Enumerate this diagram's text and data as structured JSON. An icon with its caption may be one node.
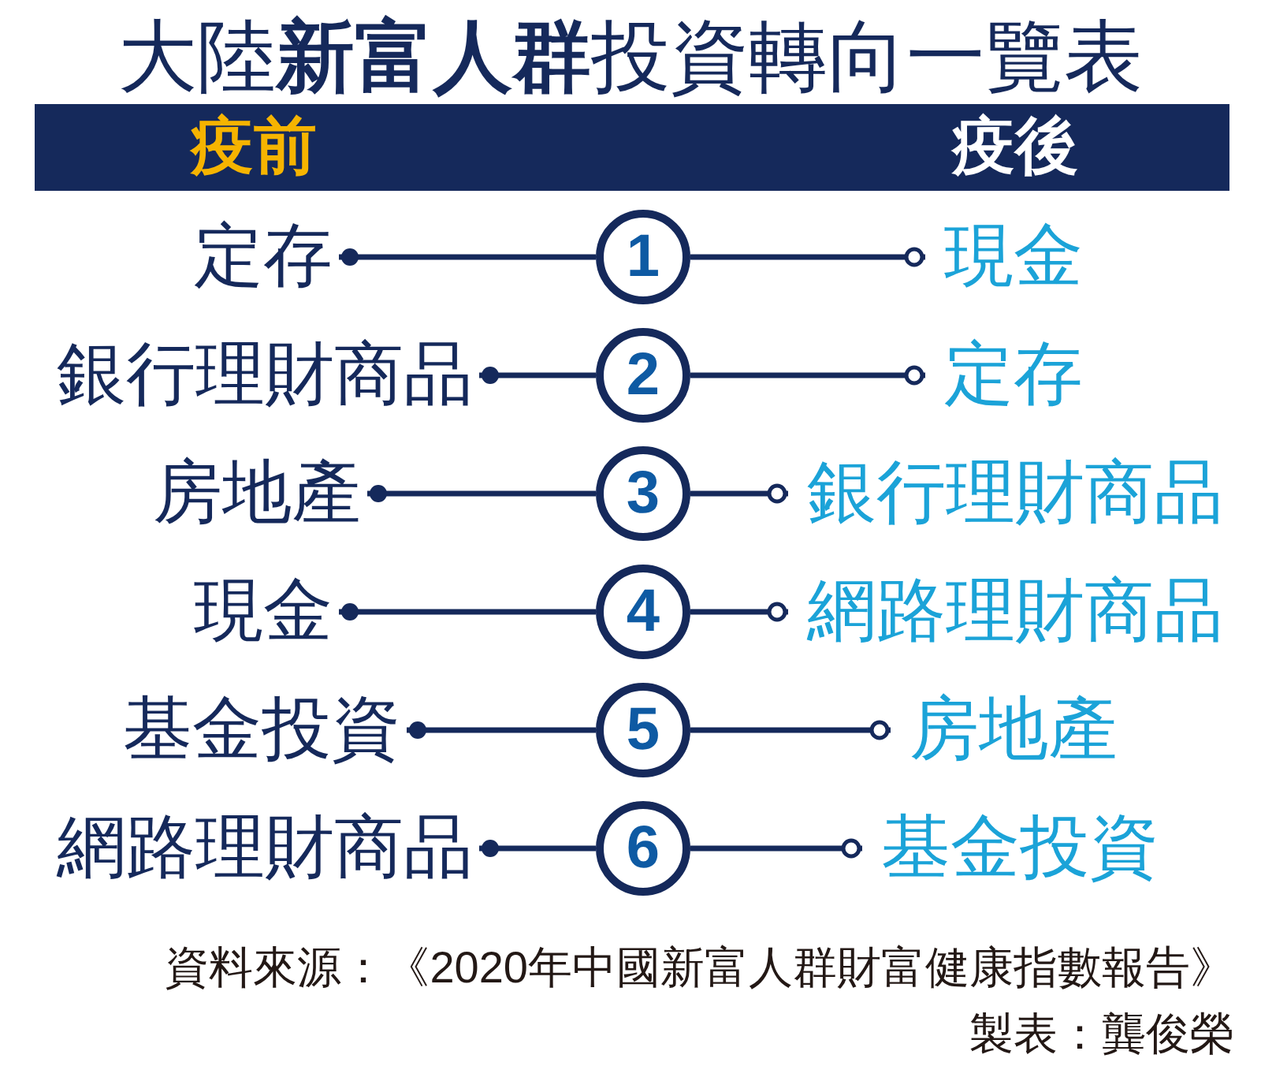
{
  "diagram": {
    "title": "大陸**新富人群**投資轉向一覽表",
    "nodes": [
      {
        "text": [
          "疫前",
          "疫後"
        ]
      },
      {
        "text": [
          "定存"
        ]
      },
      {
        "text": [
          "1"
        ]
      },
      {
        "text": [
          "現金"
        ]
      },
      {
        "text": [
          "銀行理財商品"
        ]
      },
      {
        "text": [
          "2"
        ]
      },
      {
        "text": [
          "定存"
        ]
      },
      {
        "text": [
          "房地產"
        ]
      },
      {
        "text": [
          "3"
        ]
      },
      {
        "text": [
          "銀行理財商品"
        ]
      },
      {
        "text": [
          "現金"
        ]
      },
      {
        "text": [
          "4"
        ]
      },
      {
        "text": [
          "網路理財商品"
        ]
      },
      {
        "text": [
          "基金投資"
        ]
      },
      {
        "text": [
          "5"
        ]
      },
      {
        "text": [
          "房地產"
        ]
      },
      {
        "text": [
          "網路理財商品"
        ]
      },
      {
        "text": [
          "6"
        ]
      },
      {
        "text": [
          "基金投資"
        ]
      }
    ],
    "edges": [
      {
        "from": 1,
        "to": 2,
        "arrow": "other"
      },
      {
        "from": 2,
        "to": 3,
        "arrow": "other"
      },
      {
        "from": 4,
        "to": 5,
        "arrow": "other"
      },
      {
        "from": 5,
        "to": 6,
        "arrow": "other"
      },
      {
        "from": 7,
        "to": 8,
        "arrow": "other"
      },
      {
        "from": 8,
        "to": 9,
        "arrow": "other"
      },
      {
        "from": 10,
        "to": 11,
        "arrow": "other"
      },
      {
        "from": 11,
        "to": 12,
        "arrow": "other"
      },
      {
        "from": 13,
        "to": 14,
        "arrow": "other"
      },
      {
        "from": 14,
        "to": 15,
        "arrow": "other"
      },
      {
        "from": 16,
        "to": 17,
        "arrow": "other"
      },
      {
        "from": 17,
        "to": 18,
        "arrow": "other"
      }
    ],
    "labels": [
      "資料來源：《2020年中國新富人群財富健康指數報告》",
      "製表：龔俊榮"
    ]
  }
}
